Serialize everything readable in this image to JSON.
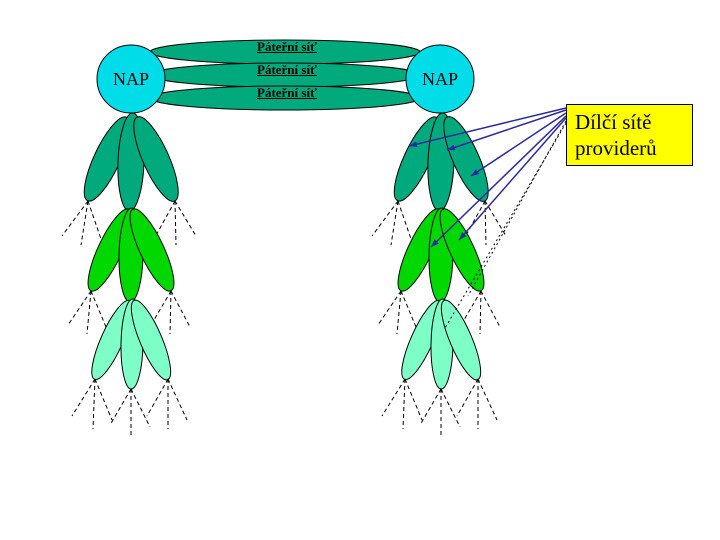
{
  "diagram": {
    "nap_nodes": [
      {
        "label": "NAP"
      },
      {
        "label": "NAP"
      }
    ],
    "backbone_links": [
      {
        "label": "Páteřní síť"
      },
      {
        "label": "Páteřní síť"
      },
      {
        "label": "Páteřní síť"
      }
    ],
    "callout": {
      "text_lines": [
        "Dílčí sítě",
        "providerů"
      ]
    }
  },
  "colors": {
    "background": "#ffffff",
    "nap_fill": "#00dde9",
    "backbone_fill": "#00aa7d",
    "tier1_fill": "#00aa7d",
    "tier2_fill": "#00d800",
    "tier3_fill": "#7fffc8",
    "callout_bg": "#ffff00",
    "arrow": "#2a2aa0",
    "outline": "#000000"
  }
}
